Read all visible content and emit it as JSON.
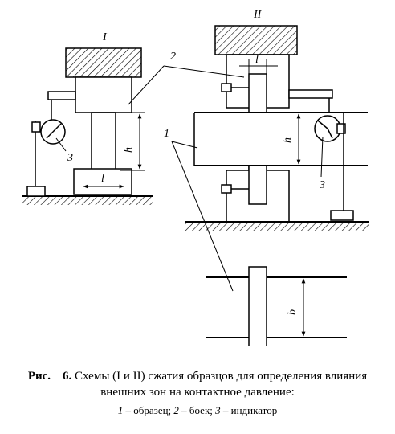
{
  "figure": {
    "scheme_labels": {
      "first": "I",
      "second": "II"
    },
    "part_labels": {
      "sample": "1",
      "die": "2",
      "indicator": "3",
      "height": "h",
      "length": "l",
      "width": "b"
    }
  },
  "caption": {
    "prefix": "Рис.",
    "number": "6.",
    "title_line1": "Схемы (I и II) сжатия образцов для определения влияния",
    "title_line2": "внешних зон на контактное давление:",
    "legend": [
      {
        "num": "1",
        "text": " – образец; "
      },
      {
        "num": "2",
        "text": " – боек; "
      },
      {
        "num": "3",
        "text": " – индикатор"
      }
    ]
  }
}
